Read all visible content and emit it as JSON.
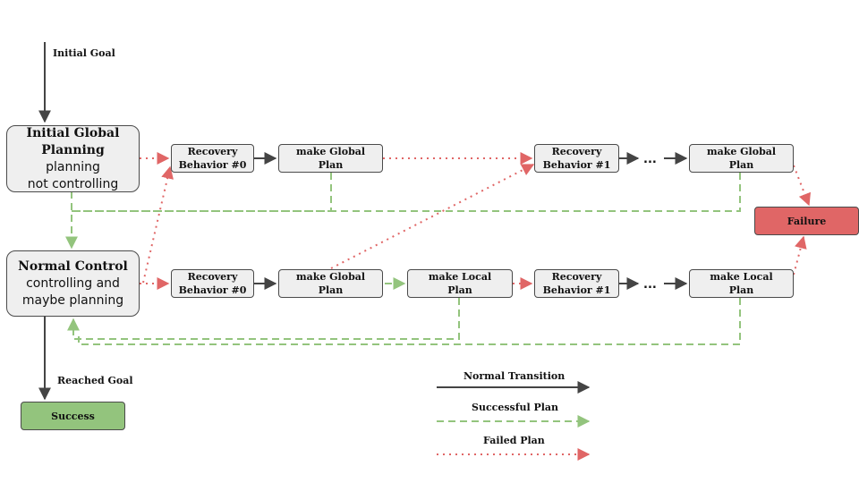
{
  "nodes": {
    "initial_global": {
      "title": "Initial Global Planning",
      "line1": "planning",
      "line2": "not controlling"
    },
    "normal_control": {
      "title": "Normal Control",
      "line1": "controlling and",
      "line2": "maybe planning"
    },
    "top_recovery_0": {
      "line1": "Recovery",
      "line2": "Behavior #0"
    },
    "top_make_global": {
      "line1": "make Global",
      "line2": "Plan"
    },
    "top_recovery_1": {
      "line1": "Recovery",
      "line2": "Behavior #1"
    },
    "top_make_global_2": {
      "line1": "make Global",
      "line2": "Plan"
    },
    "bot_recovery_0": {
      "line1": "Recovery",
      "line2": "Behavior #0"
    },
    "bot_make_global": {
      "line1": "make Global",
      "line2": "Plan"
    },
    "bot_make_local": {
      "line1": "make Local",
      "line2": "Plan"
    },
    "bot_recovery_1": {
      "line1": "Recovery",
      "line2": "Behavior #1"
    },
    "bot_make_local_2": {
      "line1": "make Local",
      "line2": "Plan"
    },
    "failure": {
      "label": "Failure"
    },
    "success": {
      "label": "Success"
    }
  },
  "ellipsis": "...",
  "edge_labels": {
    "initial_goal": "Initial Goal",
    "reached_goal": "Reached Goal"
  },
  "legend": {
    "normal": "Normal Transition",
    "successful": "Successful Plan",
    "failed": "Failed Plan"
  },
  "colors": {
    "normal": "#444444",
    "successful": "#93c47d",
    "failed": "#e06666",
    "node_fill": "#efefef",
    "failure_fill": "#e06666",
    "success_fill": "#93c47d"
  }
}
